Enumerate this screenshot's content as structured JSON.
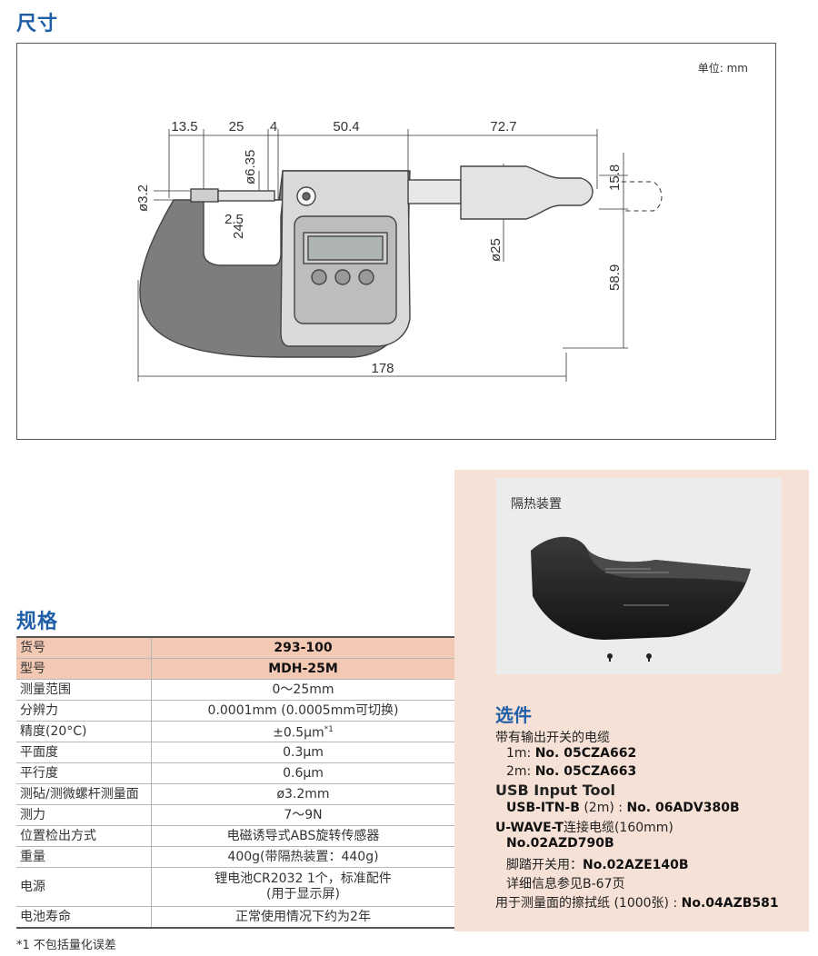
{
  "dimensions": {
    "title": "尺寸",
    "unit": "单位: mm",
    "labels": {
      "d13_5": "13.5",
      "d25": "25",
      "d4": "4",
      "d50_4": "50.4",
      "d72_7": "72.7",
      "phi6_35": "ø6.35",
      "phi3_2": "ø3.2",
      "d2_5": "2.5",
      "d24": "24",
      "phi25": "ø25",
      "d15_8": "15.8",
      "d58_9": "58.9",
      "d178": "178"
    }
  },
  "specs": {
    "title": "规格",
    "rows": [
      {
        "key": "货号",
        "value": "293-100"
      },
      {
        "key": "型号",
        "value": "MDH-25M"
      },
      {
        "key": "测量范围",
        "value": "0～25mm"
      },
      {
        "key": "分辨力",
        "value": "0.0001mm (0.0005mm可切换)"
      },
      {
        "key": "精度(20°C)",
        "value": "±0.5μm",
        "sup": "*1"
      },
      {
        "key": "平面度",
        "value": "0.3μm"
      },
      {
        "key": "平行度",
        "value": "0.6μm"
      },
      {
        "key": "测砧/测微螺杆测量面",
        "value": "ø3.2mm"
      },
      {
        "key": "测力",
        "value": "7～9N"
      },
      {
        "key": "位置检出方式",
        "value": "电磁诱导式ABS旋转传感器"
      },
      {
        "key": "重量",
        "value": "400g(带隔热装置：440g)"
      },
      {
        "key": "电源",
        "value_line1": "锂电池CR2032 1个，标准配件",
        "value_line2": "(用于显示屏)"
      },
      {
        "key": "电池寿命",
        "value": "正常使用情况下约为2年"
      }
    ],
    "footnote": "*1 不包括量化误差"
  },
  "panel": {
    "photo_label": "隔热装置",
    "options_title": "选件",
    "lines": {
      "l1": "带有输出开关的电缆",
      "l2_pre": "1m: ",
      "l2_b": "No. 05CZA662",
      "l3_pre": "2m: ",
      "l3_b": "No. 05CZA663",
      "l4": "USB Input Tool",
      "l5_b1": "USB-ITN-B",
      "l5_mid": " (2m) : ",
      "l5_b2": "No. 06ADV380B",
      "l6_b": "U-WAVE-T",
      "l6_rest": "连接电缆(160mm)",
      "l7_b": "No.02AZD790B",
      "l8_pre": "脚踏开关用：",
      "l8_b": "No.02AZE140B",
      "l9": "详细信息参见B-67页",
      "l10_pre": "用于测量面的擦拭纸 (1000张) : ",
      "l10_b": "No.04AZB581"
    }
  }
}
